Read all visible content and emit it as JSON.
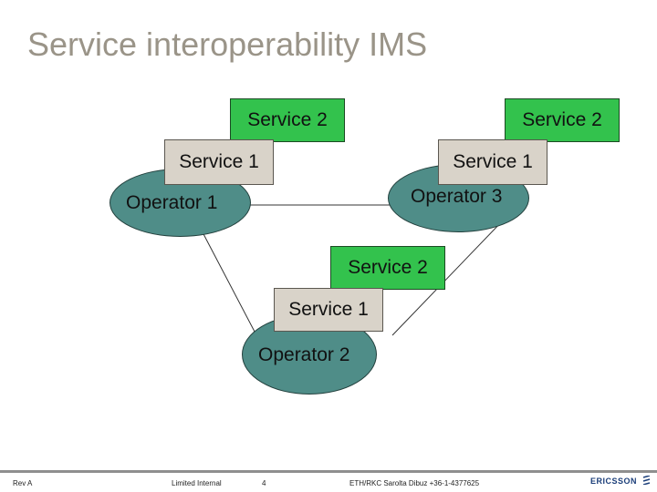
{
  "slide": {
    "title": "Service interoperability IMS"
  },
  "nodes": {
    "operator1": {
      "label": "Operator 1",
      "service1": "Service 1",
      "service2": "Service 2"
    },
    "operator3": {
      "label": "Operator 3",
      "service1": "Service 1",
      "service2": "Service 2"
    },
    "operator2": {
      "label": "Operator 2",
      "service1": "Service 1",
      "service2": "Service 2"
    }
  },
  "footer": {
    "revision": "Rev A",
    "classification": "Limited Internal",
    "page_number": "4",
    "author": "ETH/RKC Sarolta Dibuz +36-1-4377625",
    "logo": "ERICSSON"
  },
  "colors": {
    "operator_fill": "#4f8d88",
    "service2_fill": "#33c24d",
    "service1_fill": "#d9d3c9",
    "title_text": "#9a9488"
  }
}
